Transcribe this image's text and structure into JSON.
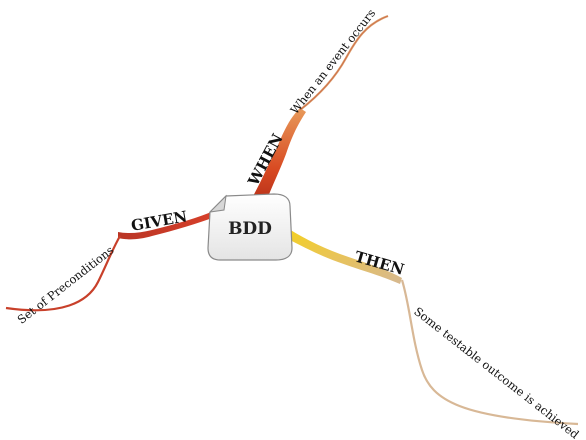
{
  "center": {
    "label": "BDD"
  },
  "branches": {
    "given": {
      "label": "GIVEN",
      "detail": "Set of Preconditions",
      "color": "#c8402a",
      "accent": "#e4552f"
    },
    "when": {
      "label": "WHEN",
      "detail": "When an event occurs",
      "color": "#c63a1e",
      "accent": "#e0682a"
    },
    "then": {
      "label": "THEN",
      "detail": "Some testable outcome is achieved",
      "color": "#f0c21a",
      "accent": "#d8b896"
    }
  }
}
